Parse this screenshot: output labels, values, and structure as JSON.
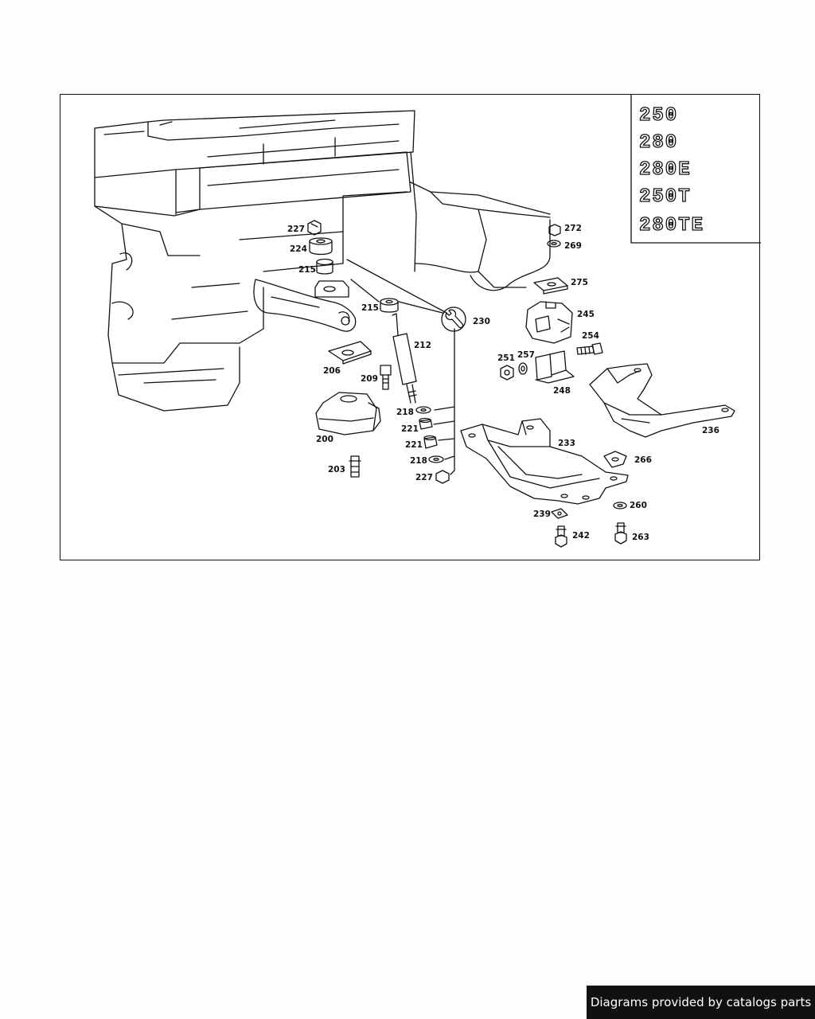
{
  "diagram": {
    "part_numbers": [
      "200",
      "203",
      "206",
      "209",
      "212",
      "215",
      "215",
      "218",
      "218",
      "221",
      "221",
      "224",
      "227",
      "227",
      "230",
      "233",
      "236",
      "239",
      "242",
      "245",
      "248",
      "251",
      "254",
      "257",
      "260",
      "263",
      "266",
      "269",
      "272",
      "275"
    ],
    "model_badges": [
      "250",
      "280",
      "280E",
      "250T",
      "280TE"
    ]
  },
  "footer": {
    "attribution": "Diagrams provided by catalogs parts"
  }
}
